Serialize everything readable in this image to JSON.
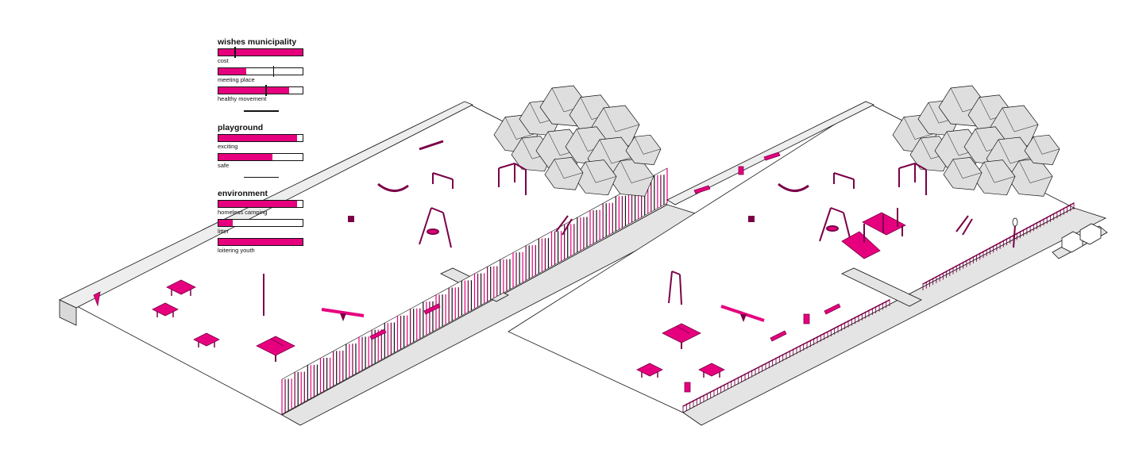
{
  "legend": {
    "groups": [
      {
        "title": "wishes municipality",
        "items": [
          {
            "label": "cost",
            "fill": 1.0,
            "marker": 0.19
          },
          {
            "label": "meeting place",
            "fill": 0.33,
            "marker": 0.65
          },
          {
            "label": "healthy movement",
            "fill": 0.84,
            "marker": 0.56
          }
        ]
      },
      {
        "title": "playground",
        "items": [
          {
            "label": "exciting",
            "fill": 0.93
          },
          {
            "label": "safe",
            "fill": 0.64
          }
        ]
      },
      {
        "title": "environment",
        "items": [
          {
            "label": "homeless camping",
            "fill": 0.93
          },
          {
            "label": "litter",
            "fill": 0.17
          },
          {
            "label": "loitering youth",
            "fill": 1.0
          }
        ]
      }
    ]
  },
  "colors": {
    "accent": "#e6007e",
    "accent_dark": "#7a0047",
    "ground": "#ffffff",
    "wall": "#d9d9d9",
    "rock": "#dedede",
    "line": "#111111"
  }
}
